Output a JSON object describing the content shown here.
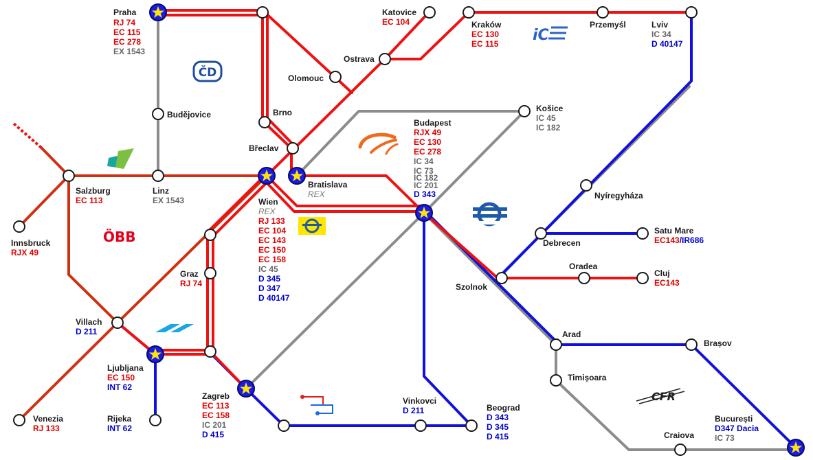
{
  "stations": {
    "praha": {
      "name": "Praha",
      "services": [
        "RJ 74",
        "EC 115",
        "EC 278",
        "EX 1543"
      ]
    },
    "katovice": {
      "name": "Katovice",
      "services": [
        "EC 104"
      ]
    },
    "krakow": {
      "name": "Kraków",
      "services": [
        "EC 130",
        "EC 115"
      ]
    },
    "przemysl": {
      "name": "Przemyśl",
      "services": []
    },
    "lviv": {
      "name": "Lviv",
      "services": [
        "IC 34",
        "D 40147"
      ]
    },
    "ostrava": {
      "name": "Ostrava",
      "services": []
    },
    "olomouc": {
      "name": "Olomouc",
      "services": []
    },
    "budejovice": {
      "name": "Budějovice",
      "services": []
    },
    "brno": {
      "name": "Brno",
      "services": []
    },
    "kosice": {
      "name": "Košice",
      "services": [
        "IC 45",
        "IC 182"
      ]
    },
    "budapest": {
      "name": "Budapest",
      "services": [
        "RJX 49",
        "EC 130",
        "EC 278",
        "IC 34",
        "IC 73",
        "IC 182",
        "IC 201",
        "D 343"
      ]
    },
    "breclav": {
      "name": "Břeclav",
      "services": []
    },
    "bratislava": {
      "name": "Bratislava",
      "services": [
        "REX"
      ]
    },
    "salzburg": {
      "name": "Salzburg",
      "services": [
        "EC 113"
      ]
    },
    "linz": {
      "name": "Linz",
      "services": [
        "EX 1543"
      ]
    },
    "wien": {
      "name": "Wien",
      "services": [
        "REX",
        "RJ 133",
        "EC 104",
        "EC 143",
        "EC 150",
        "EC 158",
        "IC 45",
        "D 345",
        "D 347",
        "D 40147"
      ]
    },
    "nyiregyhaza": {
      "name": "Nyíregyháza",
      "services": []
    },
    "innsbruck": {
      "name": "Innsbruck",
      "services": [
        "RJX 49"
      ]
    },
    "satumare": {
      "name": "Satu Mare",
      "services": [
        "EC143",
        "/IR686"
      ]
    },
    "debrecen": {
      "name": "Debrecen",
      "services": []
    },
    "graz": {
      "name": "Graz",
      "services": [
        "RJ 74"
      ]
    },
    "oradea": {
      "name": "Oradea",
      "services": []
    },
    "cluj": {
      "name": "Cluj",
      "services": [
        "EC143"
      ]
    },
    "szolnok": {
      "name": "Szolnok",
      "services": []
    },
    "villach": {
      "name": "Villach",
      "services": [
        "D 211"
      ]
    },
    "arad": {
      "name": "Arad",
      "services": []
    },
    "brasov": {
      "name": "Brașov",
      "services": []
    },
    "ljubljana": {
      "name": "Ljubljana",
      "services": [
        "EC 150",
        "INT 62"
      ]
    },
    "timisoara": {
      "name": "Timișoara",
      "services": []
    },
    "zagreb": {
      "name": "Zagreb",
      "services": [
        "EC 113",
        "EC 158",
        "IC 201",
        "D 415"
      ]
    },
    "vinkovci": {
      "name": "Vinkovci",
      "services": [
        "D 211"
      ]
    },
    "beograd": {
      "name": "Beograd",
      "services": [
        "D 343",
        "D 345",
        "D 415"
      ]
    },
    "venezia": {
      "name": "Venezia",
      "services": [
        "RJ 133"
      ]
    },
    "rijeka": {
      "name": "Rijeka",
      "services": [
        "INT 62"
      ]
    },
    "bucuresti": {
      "name": "București",
      "services": [
        "D347 Dacia",
        "IC 73"
      ]
    },
    "craiova": {
      "name": "Craiova",
      "services": []
    }
  },
  "logos": {
    "cd": {
      "text": "ČD",
      "color": "#1f4e9a"
    },
    "ic": {
      "text": "iC",
      "color": "#2b63c8"
    },
    "obb": {
      "text": "ÖBB",
      "color": "#e2001a"
    },
    "cfr": {
      "text": "CFR",
      "color": "#222222"
    },
    "mav": {
      "color": "#1e5aa8"
    },
    "zssk": {
      "color": "#f06a1e"
    }
  },
  "colors": {
    "red": "#ee1111",
    "blue": "#1111dd",
    "gray": "#8c8c8c",
    "hub": "#1a1aee",
    "star": "#ffe600"
  }
}
